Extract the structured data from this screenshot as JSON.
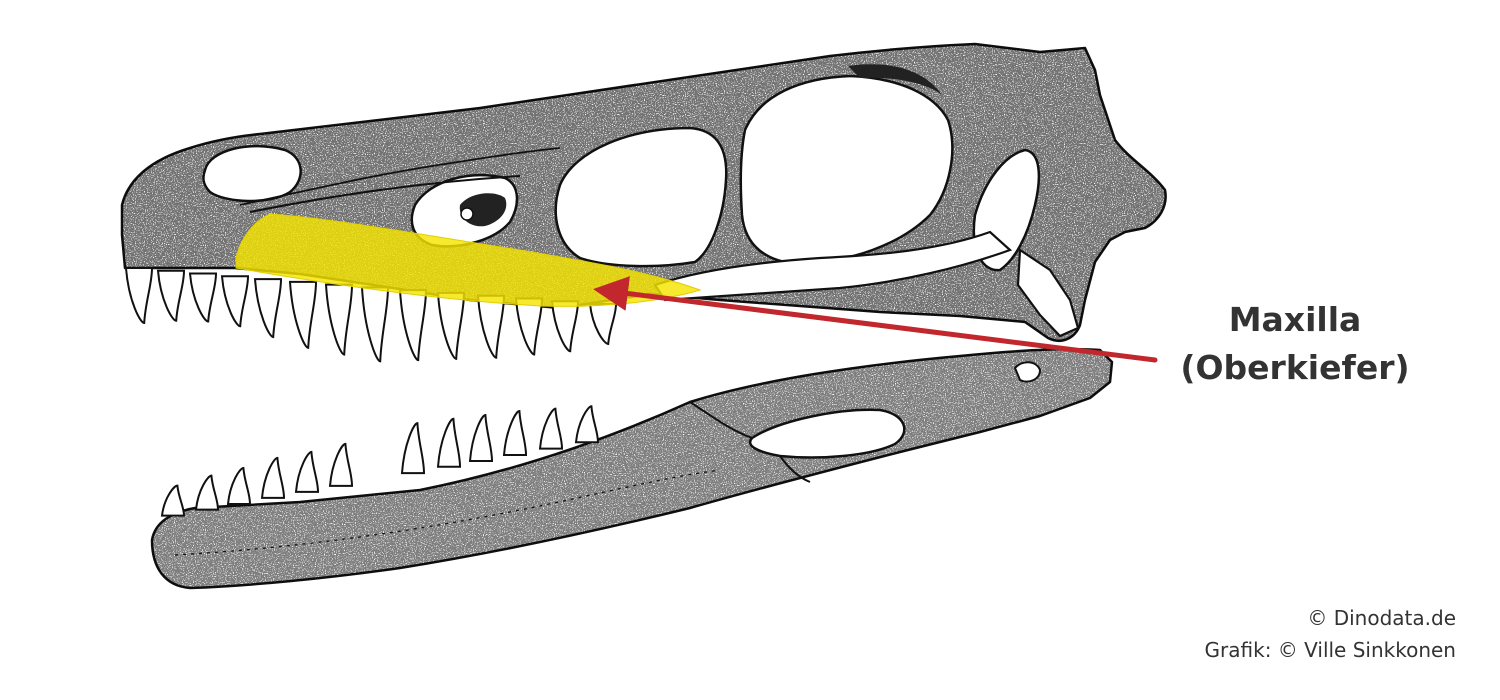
{
  "figure": {
    "label": {
      "line1": "Maxilla",
      "line2": "(Oberkiefer)"
    },
    "credits": {
      "source": "© Dinodata.de",
      "artist": "Grafik: © Ville Sinkkonen"
    },
    "colors": {
      "highlight": "#f5e400",
      "arrow": "#c1272d",
      "ink": "#111111",
      "bone": "#ffffff",
      "text": "#333333"
    }
  }
}
